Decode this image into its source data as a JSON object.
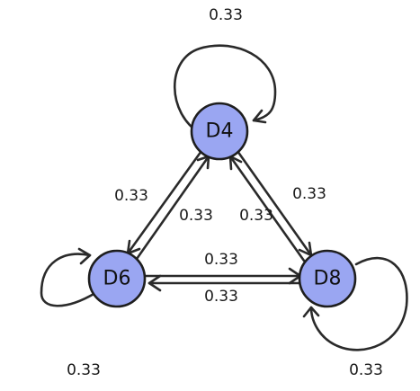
{
  "diagram": {
    "nodes": [
      {
        "id": "D4",
        "label": "D4"
      },
      {
        "id": "D6",
        "label": "D6"
      },
      {
        "id": "D8",
        "label": "D8"
      }
    ],
    "edges": [
      {
        "from": "D4",
        "to": "D4",
        "label": "0.33"
      },
      {
        "from": "D6",
        "to": "D6",
        "label": "0.33"
      },
      {
        "from": "D8",
        "to": "D8",
        "label": "0.33"
      },
      {
        "from": "D4",
        "to": "D6",
        "label": "0.33"
      },
      {
        "from": "D6",
        "to": "D4",
        "label": "0.33"
      },
      {
        "from": "D4",
        "to": "D8",
        "label": "0.33"
      },
      {
        "from": "D8",
        "to": "D4",
        "label": "0.33"
      },
      {
        "from": "D6",
        "to": "D8",
        "label": "0.33"
      },
      {
        "from": "D8",
        "to": "D6",
        "label": "0.33"
      }
    ]
  }
}
